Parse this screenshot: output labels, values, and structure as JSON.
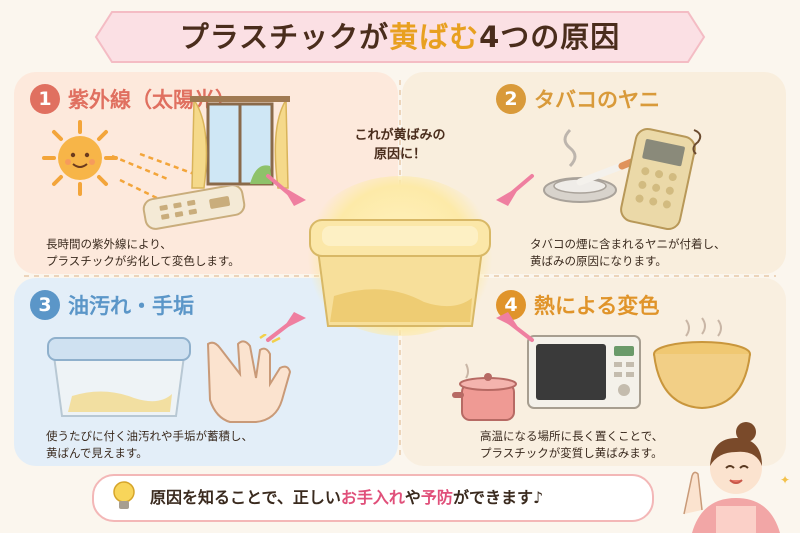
{
  "title": {
    "part1": "プラスチックが",
    "highlight": "黄ばむ",
    "part2": "4つの原因"
  },
  "callout": {
    "line1": "これが黄ばみの",
    "line2": "原因に！"
  },
  "sections": [
    {
      "number": "1",
      "heading": "紫外線（太陽光）",
      "color": "#e07060",
      "desc_line1": "長時間の紫外線により、",
      "desc_line2": "プラスチックが劣化して変色します。",
      "icons": [
        "sun-icon",
        "window-icon",
        "remote-control-icon"
      ]
    },
    {
      "number": "2",
      "heading": "タバコのヤニ",
      "color": "#d99a3a",
      "desc_line1": "タバコの煙に含まれるヤニが付着し、",
      "desc_line2": "黄ばみの原因になります。",
      "icons": [
        "ashtray-icon",
        "cigarette-icon",
        "remote-control-icon"
      ]
    },
    {
      "number": "3",
      "heading": "油汚れ・手垢",
      "color": "#5b96c8",
      "desc_line1": "使うたびに付く油汚れや手垢が蓄積し、",
      "desc_line2": "黄ばんで見えます。",
      "icons": [
        "food-container-icon",
        "hand-icon"
      ]
    },
    {
      "number": "4",
      "heading": "熱による変色",
      "color": "#e0942a",
      "desc_line1": "高温になる場所に長く置くことで、",
      "desc_line2": "プラスチックが変質し黄ばみます。",
      "icons": [
        "pot-icon",
        "microwave-icon",
        "bowl-icon"
      ]
    }
  ],
  "bottom": {
    "pre": "原因を知ることで、正しい",
    "pink1": "お手入れ",
    "mid": "や",
    "pink2": "予防",
    "post": "ができます♪",
    "icon": "lightbulb-icon"
  },
  "colors": {
    "accent_pink": "#e0507a",
    "title_highlight": "#e8a020"
  }
}
